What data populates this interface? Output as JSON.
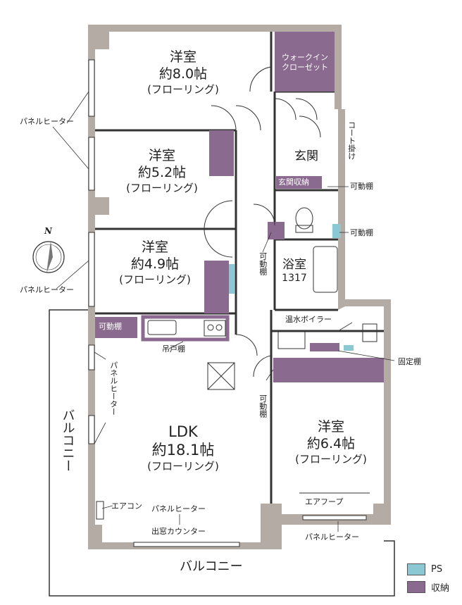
{
  "rooms": {
    "western1": {
      "name": "洋室",
      "size": "約8.0帖",
      "floor": "(フローリング)"
    },
    "western2": {
      "name": "洋室",
      "size": "約5.2帖",
      "floor": "(フローリング)"
    },
    "western3": {
      "name": "洋室",
      "size": "約4.9帖",
      "floor": "(フローリング)"
    },
    "western4": {
      "name": "洋室",
      "size": "約6.4帖",
      "floor": "(フローリング)"
    },
    "ldk": {
      "name": "LDK",
      "size": "約18.1帖",
      "floor": "(フローリング)"
    },
    "bath": {
      "name": "浴室",
      "size": "1317"
    },
    "entrance": {
      "name": "玄関"
    }
  },
  "labels": {
    "walkin_closet_line1": "ウォークイン",
    "walkin_closet_line2": "クローゼット",
    "coat_hanger": "コート掛け",
    "entrance_storage": "玄関収納",
    "movable_shelf": "可動棚",
    "movable_shelf_bath": "可動棚",
    "movable_shelf_toilet": "可動棚",
    "movable_shelf_kitchen": "可動棚",
    "movable_shelf_room": "可動棚",
    "water_heater": "温水ボイラー",
    "fixed_shelf": "固定棚",
    "hanging_cupboard": "吊戸棚",
    "air_conditioner": "エアコン",
    "air_hoop": "エアフープ",
    "bay_counter": "出窓カウンター",
    "panel_heater_1": "パネルヒーター",
    "panel_heater_2": "パネルヒーター",
    "panel_heater_3": "パネルヒーター",
    "panel_heater_4": "パネルヒーター",
    "panel_heater_5": "パネルヒーター",
    "balcony_side": "バルコニー",
    "balcony_bottom": "バルコニー"
  },
  "compass": {
    "north": "N"
  },
  "legend": [
    {
      "label": "PS",
      "color": "#8cc8d4"
    },
    {
      "label": "収納",
      "color": "#8a6a8e"
    }
  ],
  "colors": {
    "wall": "#b3aba4",
    "storage": "#8a6a8e",
    "ps": "#8cc8d4",
    "line": "#333333"
  }
}
